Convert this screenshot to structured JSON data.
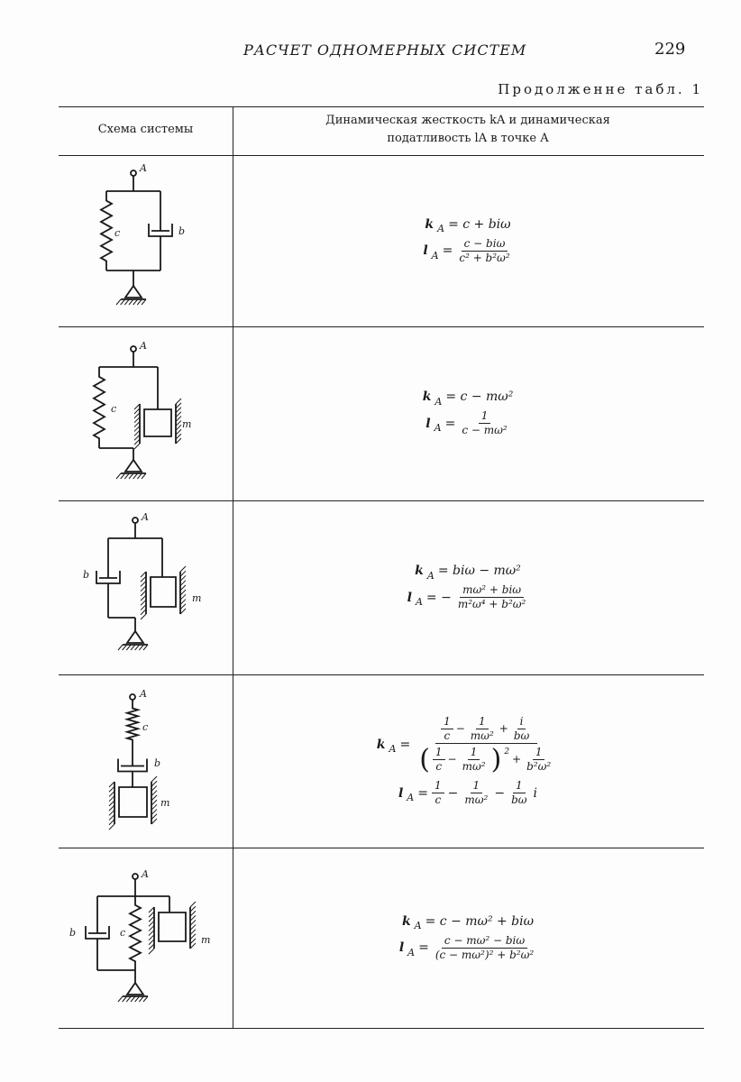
{
  "header": {
    "running_title": "РАСЧЕТ ОДНОМЕРНЫХ СИСТЕМ",
    "page_number": "229",
    "continuation": "Продолженне табл. 1"
  },
  "table": {
    "col_left": "Схема системы",
    "col_right_line1": "Динамическая жесткость kA и динамическая",
    "col_right_line2": "податливость lA в точке A",
    "labels": {
      "A": "A",
      "c": "c",
      "b": "b",
      "m": "m"
    },
    "rows": [
      {
        "k_rhs": "= c + biω",
        "l_num": "c − biω",
        "l_den": "c² + b²ω²"
      },
      {
        "k_rhs": "= c − mω²",
        "l_num": "1",
        "l_den": "c − mω²"
      },
      {
        "k_rhs": "= biω − mω²",
        "l_sign": "= −",
        "l_num": "mω² + biω",
        "l_den": "m²ω⁴ + b²ω²"
      },
      {
        "k_num_a": "1",
        "k_den_a": "c",
        "k_num_b": "1",
        "k_den_b": "mω²",
        "k_num_c": "i",
        "k_den_c": "bω",
        "k_sq": "2",
        "k_num_d": "1",
        "k_den_d": "b²ω²",
        "l_tail": "i"
      },
      {
        "k_rhs": "= c − mω² + biω",
        "l_num": "c − mω² − biω",
        "l_den": "(c − mω²)² + b²ω²"
      }
    ],
    "k_sym": "k",
    "l_sym": "l",
    "sub": "A",
    "eq": "=",
    "minus": "−",
    "plus": "+"
  }
}
